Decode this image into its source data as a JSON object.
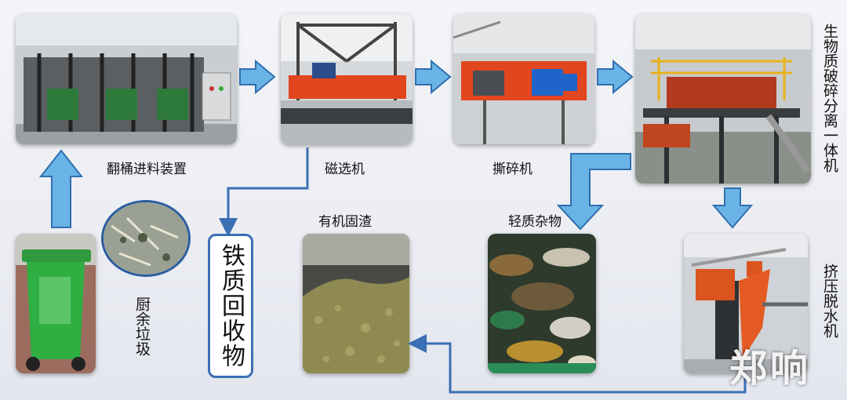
{
  "steps": {
    "tipper_feeder": "翻桶进料装置",
    "magnetic_separator": "磁选机",
    "shredder": "撕碎机",
    "crusher_separator": "生物质破碎分离一体机",
    "kitchen_waste": "厨余垃圾",
    "iron_recovery": "铁质回收物",
    "organic_residue": "有机固渣",
    "light_impurities": "轻质杂物",
    "press_dewater": "挤压脱水机"
  },
  "watermark": "郑响",
  "colors": {
    "arrow_fill": "#6ab3e6",
    "arrow_stroke": "#2f6fae",
    "line": "#3b6fb3"
  }
}
